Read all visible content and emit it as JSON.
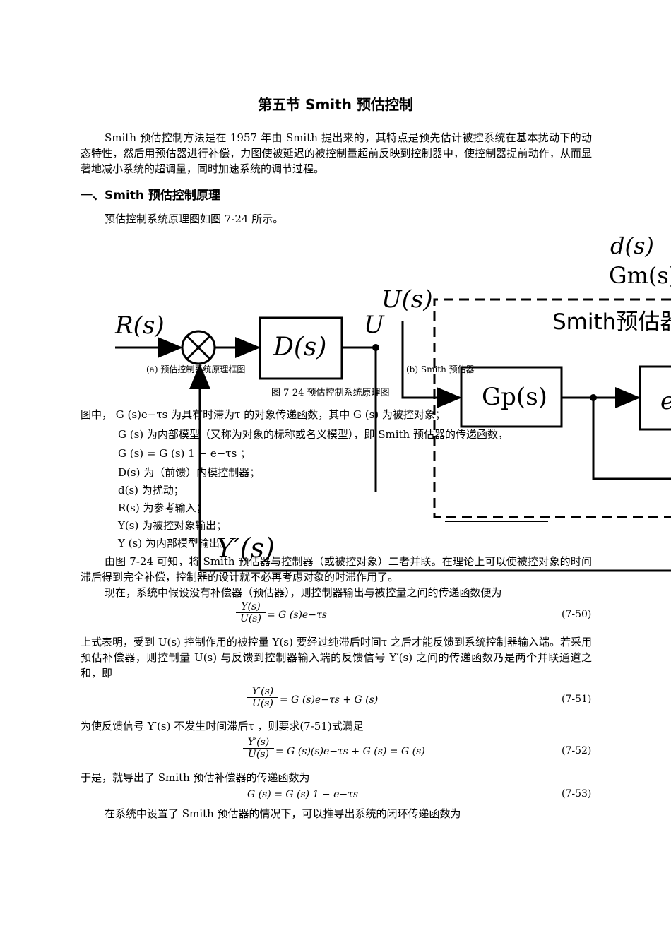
{
  "title": "第五节  Smith   预估控制",
  "intro": "Smith 预估控制方法是在 1957 年由 Smith 提出来的，其特点是预先估计被控系统在基本扰动下的动态特性，然后用预估器进行补偿，力图使被延迟的被控制量超前反映到控制器中，使控制器提前动作，从而显著地减小系统的超调量，同时加速系统的调节过程。",
  "section1": "一、Smith 预估控制原理",
  "fig_intro": "预估控制系统原理图如图 7-24 所示。",
  "diagram": {
    "R": "R(s)",
    "D": "D(s)",
    "U_left": "U",
    "U_top": "U(s)",
    "Gp": "Gp(s)",
    "smith_label": "Smith预估器",
    "d": "d(s)",
    "Gm": "Gm(s)",
    "Yprime": "Y′(s)",
    "e_partial": "e",
    "caption_a": "(a)  预估控制系统原理框图",
    "caption_b": "(b) Smith 预估器",
    "fig_caption": "图 7-24    预估控制系统原理图"
  },
  "defs": {
    "l1": "图中， G (s)e−τs 为具有时滞为τ 的对象传递函数，其中 G (s) 为被控对象；",
    "l2": "G  (s) 为内部模型（又称为对象的标称或名义模型），即 Smith  预估器的传递函数，",
    "l3": "G  (s) = G (s)  1 − e−τs  ；",
    "l4": "D(s) 为（前馈）内模控制器；",
    "l5": "d(s) 为扰动；",
    "l6": "R(s) 为参考输入；",
    "l7": "Y(s) 为被控对象输出；",
    "l8": "Y  (s) 为内部模型输出。"
  },
  "para2": "由图 7-24 可知，将 Smith 预估器与控制器（或被控对象）二者并联。在理论上可以使被控对象的时间滞后得到完全补偿，控制器的设计就不必再考虑对象的时滞作用了。",
  "para3": "现在，系统中假设没有补偿器（预估器），则控制器输出与被控量之间的传递函数便为",
  "eq50": {
    "num": "Y(s)",
    "den": "U(s)",
    "rhs": "= G (s)e−τs",
    "no": "(7-50)"
  },
  "para4": "上式表明，受到 U(s) 控制作用的被控量 Y(s) 要经过纯滞后时间τ 之后才能反馈到系统控制器输入端。若采用预估补偿器，则控制量 U(s) 与反馈到控制器输入端的反馈信号 Y′(s) 之间的传递函数乃是两个并联通道之和，即",
  "eq51": {
    "num": "Y′(s)",
    "den": "U(s)",
    "rhs": "= G (s)e−τs + G  (s)",
    "no": "(7-51)"
  },
  "para5": "为使反馈信号 Y′(s) 不发生时间滞后τ ，则要求(7-51)式满足",
  "eq52": {
    "num": "Y′(s)",
    "den": "U(s)",
    "rhs": "= G (s)(s)e−τs + G  (s) = G (s)",
    "no": "(7-52)"
  },
  "para6": "于是，就导出了 Smith 预估补偿器的传递函数为",
  "eq53": {
    "rhs": "G  (s) = G (s)  1 − e−τs",
    "no": "(7-53)"
  },
  "para7": "在系统中设置了 Smith 预估器的情况下，可以推导出系统的闭环传递函数为"
}
